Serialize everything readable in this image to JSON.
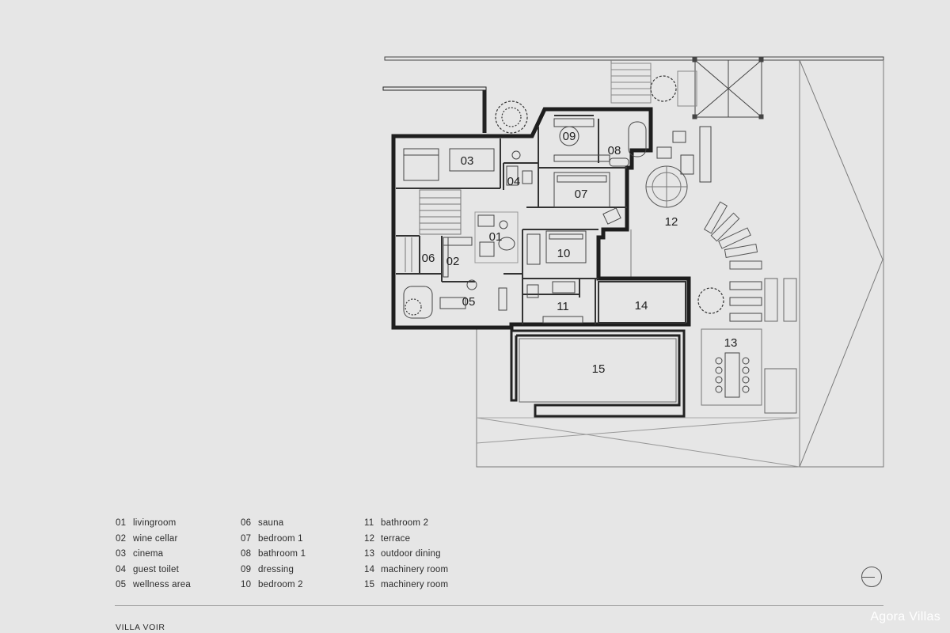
{
  "plan": {
    "rooms": [
      {
        "id": "01"
      },
      {
        "id": "02"
      },
      {
        "id": "03"
      },
      {
        "id": "04"
      },
      {
        "id": "05"
      },
      {
        "id": "06"
      },
      {
        "id": "07"
      },
      {
        "id": "08"
      },
      {
        "id": "09"
      },
      {
        "id": "10"
      },
      {
        "id": "11"
      },
      {
        "id": "12"
      },
      {
        "id": "13"
      },
      {
        "id": "14"
      },
      {
        "id": "15"
      }
    ]
  },
  "legend": {
    "columns": [
      [
        {
          "num": "01",
          "name": "livingroom"
        },
        {
          "num": "02",
          "name": "wine cellar"
        },
        {
          "num": "03",
          "name": "cinema"
        },
        {
          "num": "04",
          "name": "guest toilet"
        },
        {
          "num": "05",
          "name": "wellness area"
        }
      ],
      [
        {
          "num": "06",
          "name": "sauna"
        },
        {
          "num": "07",
          "name": "bedroom 1"
        },
        {
          "num": "08",
          "name": "bathroom 1"
        },
        {
          "num": "09",
          "name": "dressing"
        },
        {
          "num": "10",
          "name": "bedroom 2"
        }
      ],
      [
        {
          "num": "11",
          "name": "bathroom 2"
        },
        {
          "num": "12",
          "name": "terrace"
        },
        {
          "num": "13",
          "name": "outdoor dining"
        },
        {
          "num": "14",
          "name": "machinery room"
        },
        {
          "num": "15",
          "name": "machinery room"
        }
      ]
    ]
  },
  "footer": {
    "project": "VILLA VOIR",
    "watermark": "Agora Villas"
  },
  "north_icon": "north-arrow-icon"
}
